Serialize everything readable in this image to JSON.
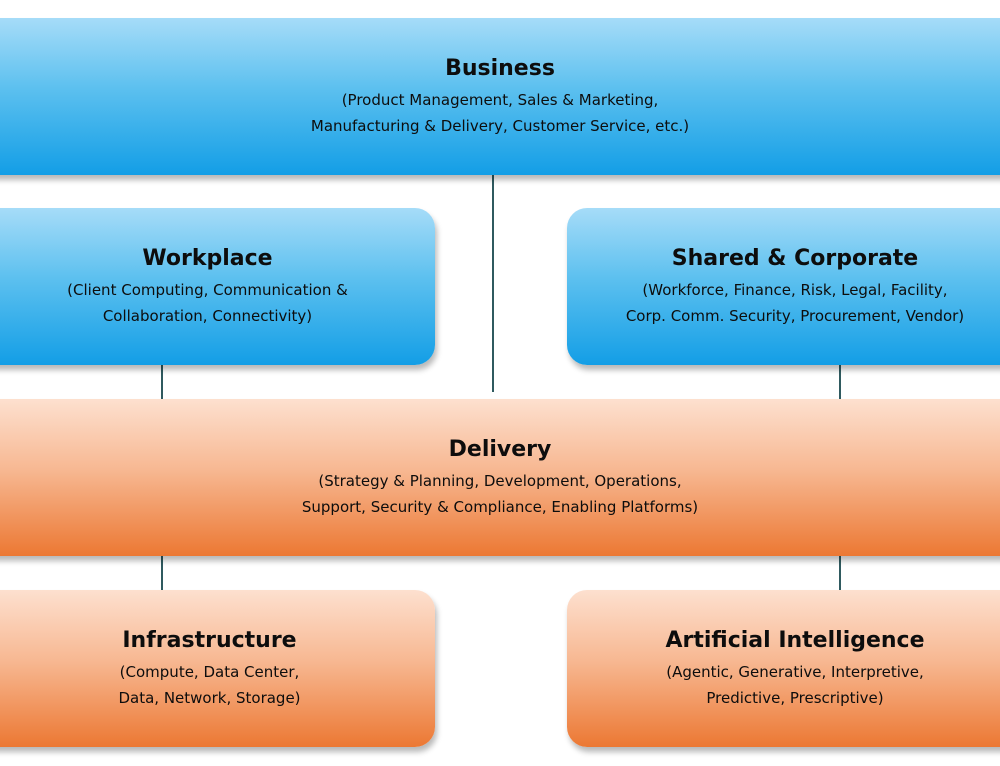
{
  "boxes": {
    "business": {
      "title": "Business",
      "line1": "(Product Management, Sales & Marketing,",
      "line2": "Manufacturing & Delivery, Customer Service, etc.)"
    },
    "workplace": {
      "title": "Workplace",
      "line1": "(Client Computing, Communication &",
      "line2": "Collaboration, Connectivity)"
    },
    "shared": {
      "title": "Shared & Corporate",
      "line1": "(Workforce, Finance, Risk, Legal, Facility,",
      "line2": "Corp. Comm. Security, Procurement, Vendor)"
    },
    "delivery": {
      "title": "Delivery",
      "line1": "(Strategy & Planning, Development, Operations,",
      "line2": "Support, Security & Compliance, Enabling Platforms)"
    },
    "infrastructure": {
      "title": "Infrastructure",
      "line1": "(Compute, Data Center,",
      "line2": "Data,  Network, Storage)"
    },
    "ai": {
      "title": "Artificial Intelligence",
      "line1": "(Agentic, Generative, Interpretive,",
      "line2": "Predictive, Prescriptive)"
    }
  },
  "colors": {
    "blue_top": "#a6dcf8",
    "blue_bottom": "#139ee6",
    "orange_top": "#fde0cf",
    "orange_bottom": "#ec7833",
    "connector": "#2f5a5f"
  }
}
